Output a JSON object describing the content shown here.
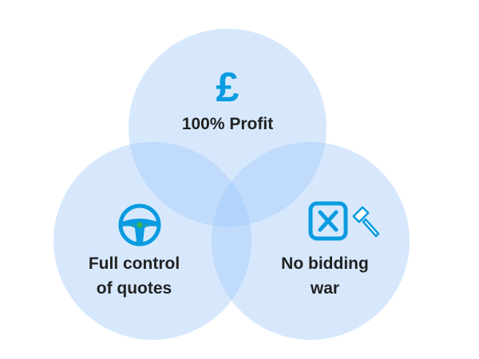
{
  "colors": {
    "icon_blue": "#0a9be0",
    "accent_green": "#3bb54a",
    "text": "#222222"
  },
  "circles": [
    {
      "name": "profit",
      "icon": "pound-sterling-icon",
      "label": "100% Profit"
    },
    {
      "name": "control",
      "icon": "steering-wheel-icon",
      "label_line1": "Full control",
      "label_line2": "of quotes"
    },
    {
      "name": "bidding",
      "icon": "cross-box-and-gavel-icon",
      "label_line1": "No bidding",
      "label_line2": "war"
    }
  ],
  "pound_symbol": "£"
}
